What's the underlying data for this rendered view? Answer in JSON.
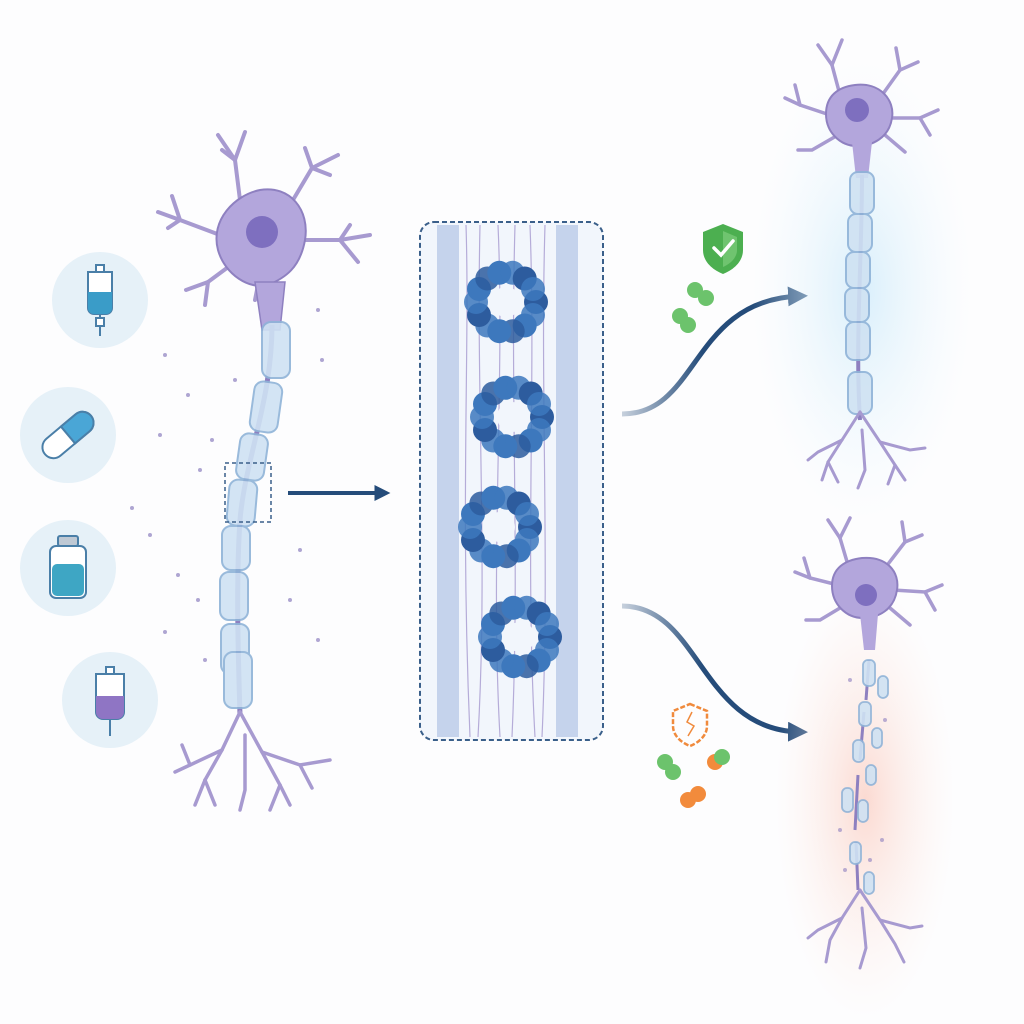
{
  "diagram": {
    "medications": [
      {
        "kind": "iv-bag",
        "fluid": "#3a9cc8"
      },
      {
        "kind": "capsule",
        "fluid": "#4aa6d6"
      },
      {
        "kind": "vial",
        "fluid": "#3ea6c4"
      },
      {
        "kind": "iv-bag",
        "fluid": "#8f75c4"
      }
    ],
    "colors": {
      "neuron": "#a79ad0",
      "neuron_dark": "#8e80c0",
      "nucleus": "#7e6fbf",
      "myelin": "#c9ddf0",
      "myelin_stroke": "#8fb3d8",
      "arrow": "#254c7a",
      "inset_border": "#3a5f8a",
      "protein": "#3d78bd",
      "protein_dark": "#2d5c9e",
      "healthy_glow": "#dff1fb",
      "damaged_glow": "#fbe1dc",
      "shield_good": "#4caf50",
      "shield_bad": "#f08a3c",
      "molecule_green": "#6cc36c",
      "molecule_orange": "#f28b3c"
    },
    "outcomes": [
      {
        "name": "protected",
        "shield": "intact"
      },
      {
        "name": "damaged",
        "shield": "broken"
      }
    ]
  }
}
